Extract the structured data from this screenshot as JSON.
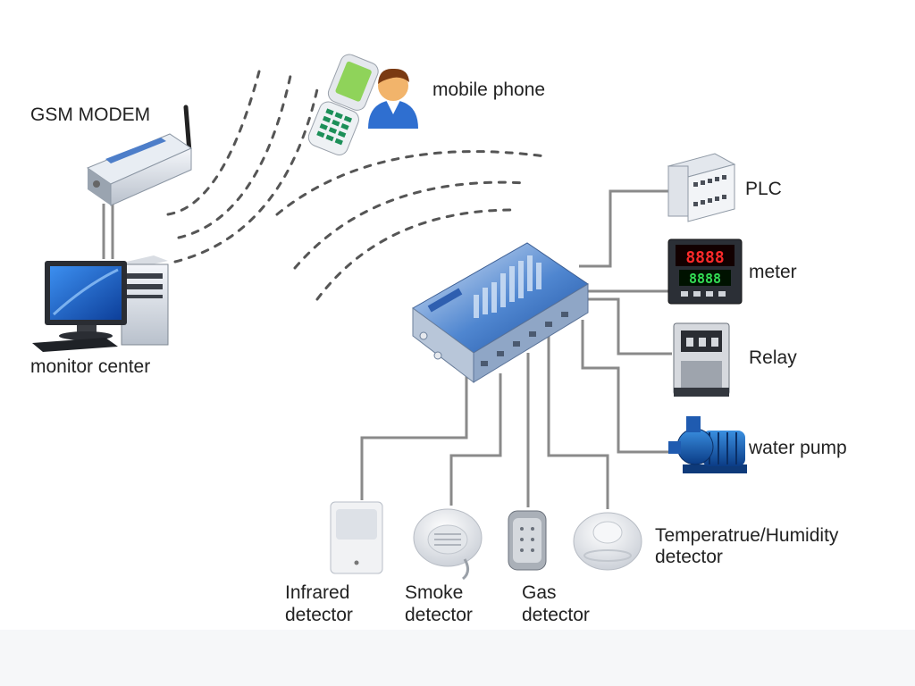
{
  "labels": {
    "gsm_modem": "GSM MODEM",
    "monitor_center": "monitor center",
    "mobile_phone": "mobile phone",
    "plc": "PLC",
    "meter": "meter",
    "relay": "Relay",
    "water_pump": "water pump",
    "infrared_1": "Infrared",
    "infrared_2": "detector",
    "smoke_1": "Smoke",
    "smoke_2": "detector",
    "gas_1": "Gas",
    "gas_2": "detector",
    "temp_1": "Temperatrue/Humidity",
    "temp_2": "detector"
  },
  "meter_display": {
    "top": "8888",
    "bottom": "8888"
  },
  "colors": {
    "wire": "#8a8a8a",
    "signal_wave": "#555555",
    "device_blue": "#2f5fb0",
    "screen_blue": "#1e6fd6",
    "meter_red": "#ff2a2a",
    "meter_green": "#33dd55"
  },
  "icons": [
    "gsm-modem-icon",
    "computer-icon",
    "mobile-phone-icon",
    "person-icon",
    "controller-device-icon",
    "plc-icon",
    "meter-icon",
    "relay-icon",
    "water-pump-icon",
    "infrared-detector-icon",
    "smoke-detector-icon",
    "gas-detector-icon",
    "temperature-humidity-detector-icon"
  ]
}
